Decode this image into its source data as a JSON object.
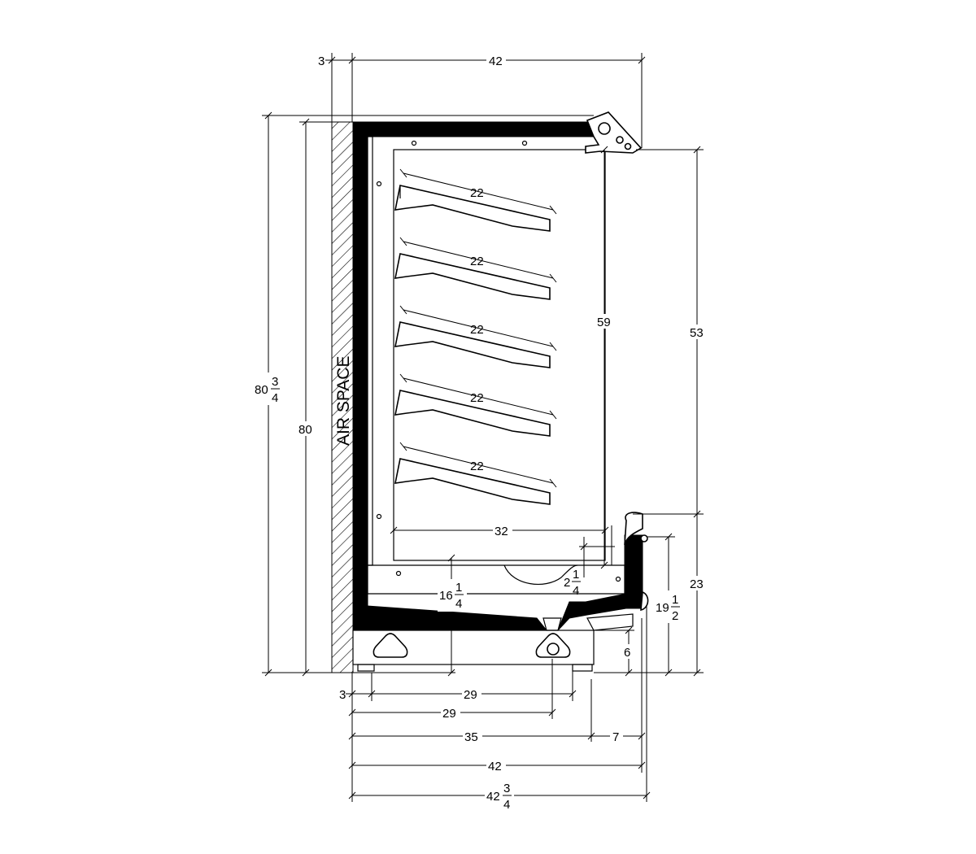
{
  "diagram": {
    "labels": {
      "air_space": "AIR SPACE",
      "top_3": "3",
      "top_42": "42",
      "h_80_whole": "80",
      "h_80_num": "3",
      "h_80_den": "4",
      "h_80": "80",
      "h_59": "59",
      "h_53": "53",
      "h_23": "23",
      "h_19_whole": "19",
      "h_19_num": "1",
      "h_19_den": "2",
      "h_16_whole": "16",
      "h_16_num": "1",
      "h_16_den": "4",
      "h_2_whole": "2",
      "h_2_num": "1",
      "h_2_den": "4",
      "h_6": "6",
      "shelf_depth": "22",
      "deck_32": "32",
      "bot_3": "3",
      "bot_29a": "29",
      "bot_29b": "29",
      "bot_35": "35",
      "bot_7": "7",
      "bot_42": "42",
      "bot_42_whole": "42",
      "bot_42_num": "3",
      "bot_42_den": "4"
    },
    "shelf_count": 5
  }
}
